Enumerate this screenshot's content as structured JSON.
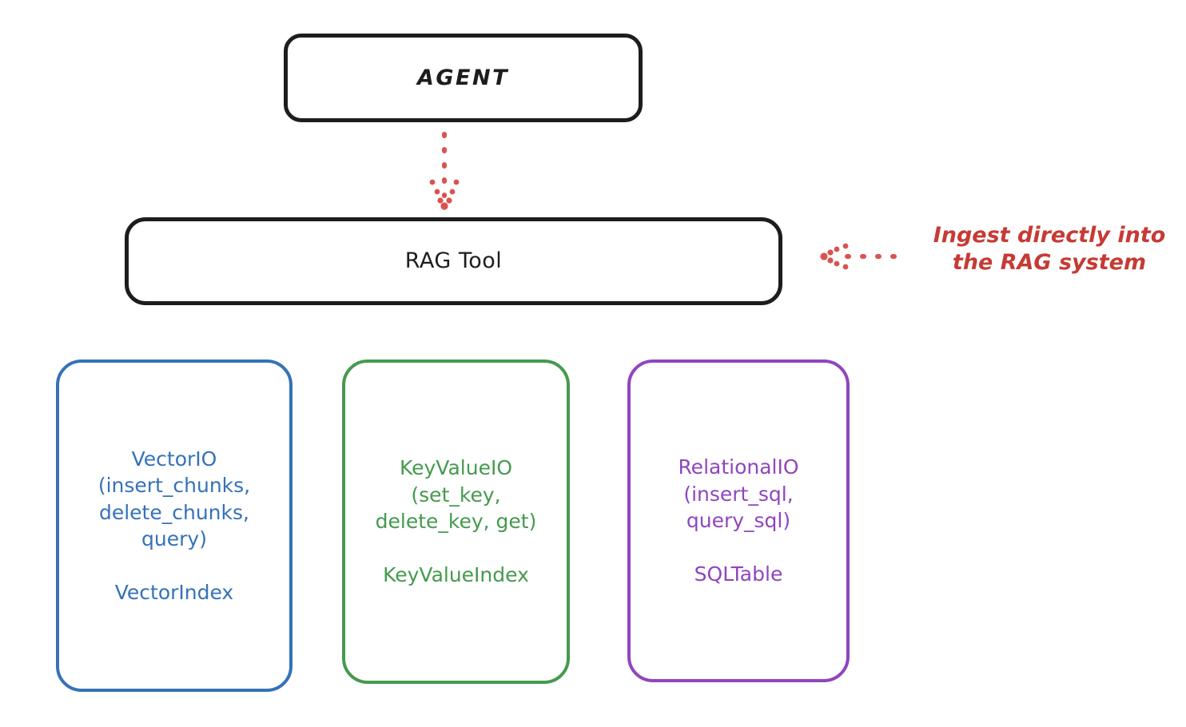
{
  "diagram": {
    "title_node": {
      "label": "AGENT"
    },
    "tool_node": {
      "label": "RAG Tool"
    },
    "providers": [
      {
        "id": "vectorio",
        "label": "VectorIO\n(insert_chunks,\ndelete_chunks,\nquery)\n\nVectorIndex",
        "color": "#3572b8"
      },
      {
        "id": "keyvalueio",
        "label": "KeyValueIO\n(set_key,\ndelete_key, get)\n\nKeyValueIndex",
        "color": "#459a4e"
      },
      {
        "id": "relationalio",
        "label": "RelationalIO\n(insert_sql,\nquery_sql)\n\nSQLTable",
        "color": "#9045be"
      }
    ],
    "annotation": {
      "text": "Ingest directly into\nthe RAG system",
      "color": "#c63b35"
    },
    "connectors": [
      {
        "name": "agent-to-ragtool-arrow",
        "style": "dotted",
        "color": "#d9534f",
        "direction": "down"
      },
      {
        "name": "annotation-to-ragtool-arrow",
        "style": "dotted",
        "color": "#d9534f",
        "direction": "left"
      }
    ],
    "colors": {
      "stroke_dark": "#1d1d1d",
      "background": "#ffffff",
      "accent_red": "#c63b35",
      "accent_blue": "#3572b8",
      "accent_green": "#459a4e",
      "accent_purple": "#9045be"
    }
  }
}
